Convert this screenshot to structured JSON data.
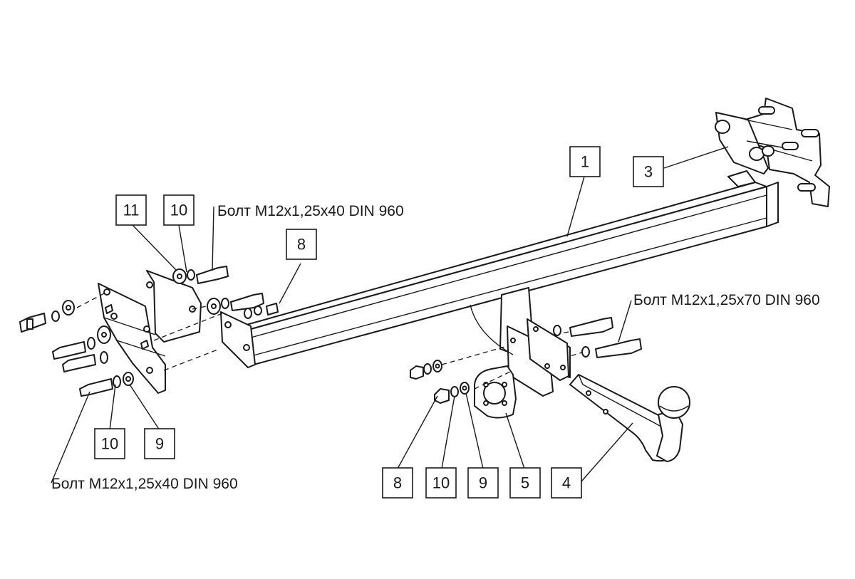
{
  "callouts": [
    {
      "id": "c1",
      "label": "1"
    },
    {
      "id": "c3",
      "label": "3"
    },
    {
      "id": "c8-top",
      "label": "8"
    },
    {
      "id": "c11",
      "label": "11"
    },
    {
      "id": "c10-top",
      "label": "10"
    },
    {
      "id": "c10-left",
      "label": "10"
    },
    {
      "id": "c9-left",
      "label": "9"
    },
    {
      "id": "c8-bottom",
      "label": "8"
    },
    {
      "id": "c10-bottom",
      "label": "10"
    },
    {
      "id": "c9-bottom",
      "label": "9"
    },
    {
      "id": "c5",
      "label": "5"
    },
    {
      "id": "c4",
      "label": "4"
    }
  ],
  "bolt_labels": {
    "top_left": "Болт М12х1,25х40 DIN 960",
    "right": "Болт М12х1,25х70 DIN 960",
    "bottom_left": "Болт М12х1,25х40 DIN 960"
  }
}
